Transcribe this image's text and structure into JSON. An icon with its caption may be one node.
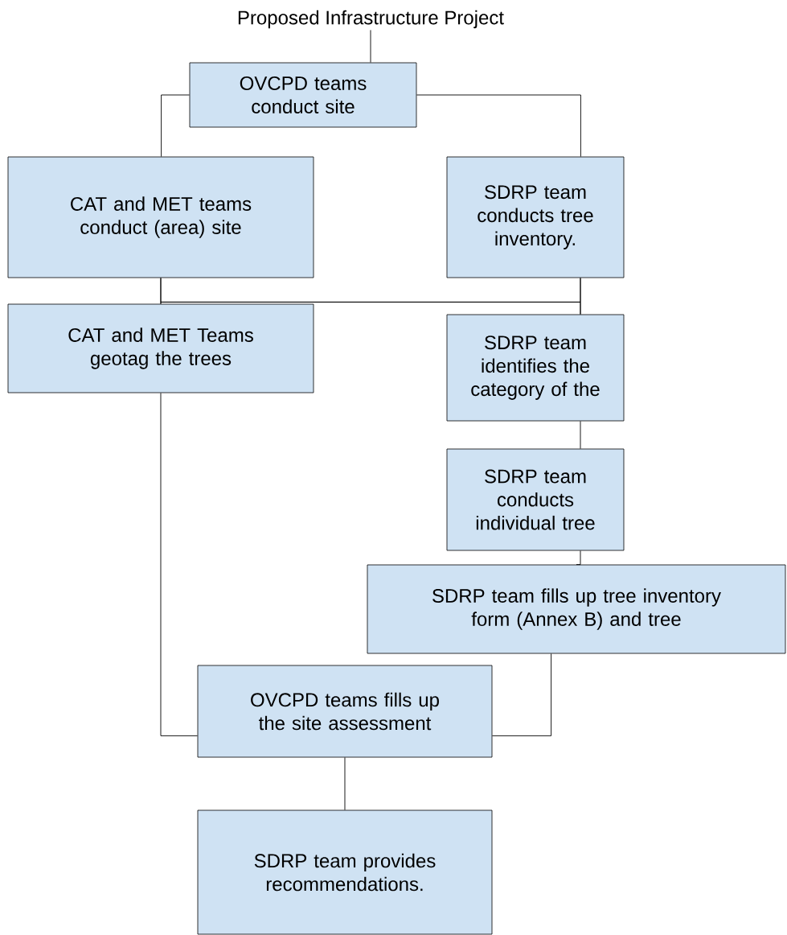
{
  "diagram": {
    "nodes": [
      {
        "text": [
          "Proposed Infrastructure Project"
        ]
      },
      {
        "text": [
          "OVCPD teams conduct site"
        ]
      },
      {
        "text": [
          "CAT and MET teams conduct (area) site"
        ]
      },
      {
        "text": [
          "SDRP team conducts tree inventory."
        ]
      },
      {
        "text": [
          "CAT and MET Teams geotag the trees"
        ]
      },
      {
        "text": [
          "SDRP team identifies the category of the"
        ]
      },
      {
        "text": [
          "SDRP team conducts individual tree"
        ]
      },
      {
        "text": [
          "SDRP team fills up tree inventory form (Annex B) and tree"
        ]
      },
      {
        "text": [
          "OVCPD teams fills up the site assessment"
        ]
      },
      {
        "text": [
          "SDRP team provides recommendations."
        ]
      }
    ],
    "edges": [
      {
        "from": 0,
        "to": 1,
        "arrow": "none"
      },
      {
        "from": 1,
        "to": 2,
        "arrow": "none"
      },
      {
        "from": 1,
        "to": 3,
        "arrow": "none"
      },
      {
        "from": 2,
        "to": 4,
        "arrow": "none"
      },
      {
        "from": 2,
        "to": 5,
        "arrow": "none"
      },
      {
        "from": 3,
        "to": 4,
        "arrow": "none"
      },
      {
        "from": 3,
        "to": 5,
        "arrow": "none"
      },
      {
        "from": 5,
        "to": 6,
        "arrow": "none"
      },
      {
        "from": 6,
        "to": 7,
        "arrow": "none"
      },
      {
        "from": 4,
        "to": 8,
        "arrow": "none"
      },
      {
        "from": 7,
        "to": 8,
        "arrow": "none"
      },
      {
        "from": 8,
        "to": 9,
        "arrow": "none"
      }
    ]
  }
}
